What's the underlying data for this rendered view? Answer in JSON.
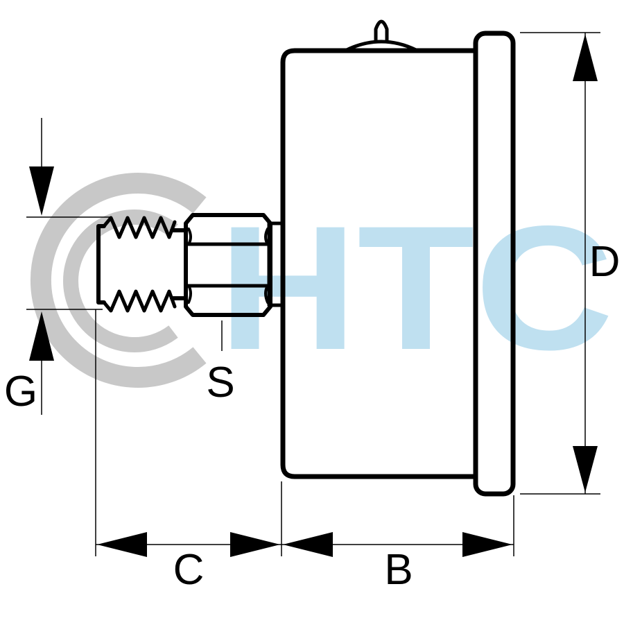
{
  "watermark": {
    "text": "HTC",
    "text_color": "#bfe0f0",
    "ring_color": "#c8c8c8"
  },
  "dimensions": {
    "g": "G",
    "s": "S",
    "c": "C",
    "b": "B",
    "d": "D"
  },
  "colors": {
    "line": "#000000",
    "background": "#ffffff"
  }
}
